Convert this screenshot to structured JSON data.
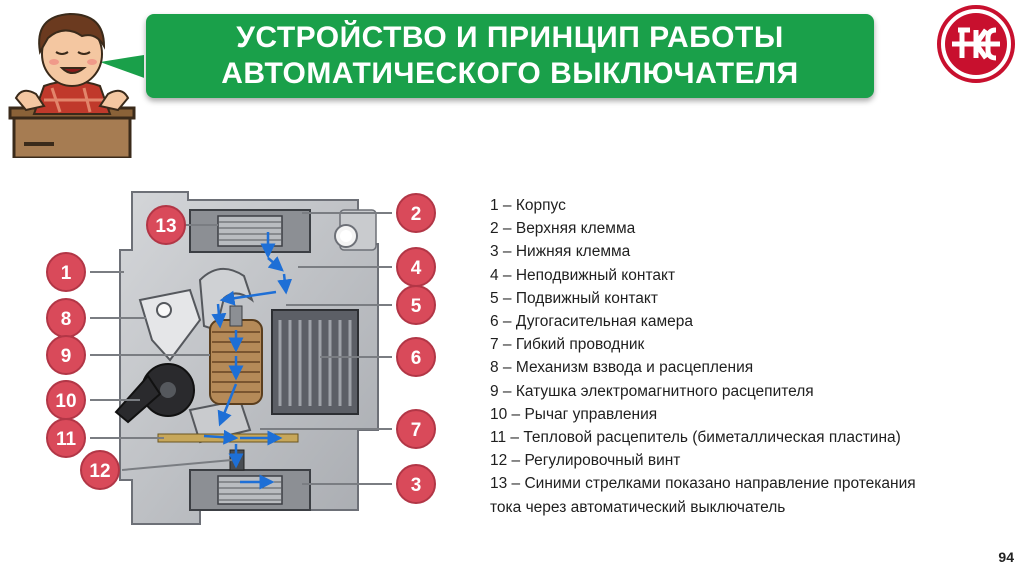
{
  "header": {
    "title_line1": "УСТРОЙСТВО И ПРИНЦИП РАБОТЫ",
    "title_line2": "АВТОМАТИЧЕСКОГО ВЫКЛЮЧАТЕЛЯ"
  },
  "colors": {
    "banner": "#1aa04a",
    "badge": "#d94a5a",
    "logo": "#c8102e",
    "flow_arrow": "#1e6fd6"
  },
  "diagram": {
    "badges": [
      "1",
      "2",
      "3",
      "4",
      "5",
      "6",
      "7",
      "8",
      "9",
      "10",
      "11",
      "12",
      "13"
    ]
  },
  "legend": [
    "1 – Корпус",
    "2 – Верхняя клемма",
    "3 – Нижняя клемма",
    "4 – Неподвижный контакт",
    "5 – Подвижный контакт",
    "6 – Дугогасительная камера",
    "7 – Гибкий проводник",
    "8 – Механизм взвода и расцепления",
    "9 – Катушка электромагнитного расцепителя",
    "10 – Рычаг управления",
    "11 – Тепловой расцепитель (биметаллическая пластина)",
    "12 – Регулировочный винт",
    "13 – Синими стрелками показано направление протекания",
    "тока через автоматический выключатель"
  ],
  "footer": {
    "page_number": "94"
  }
}
